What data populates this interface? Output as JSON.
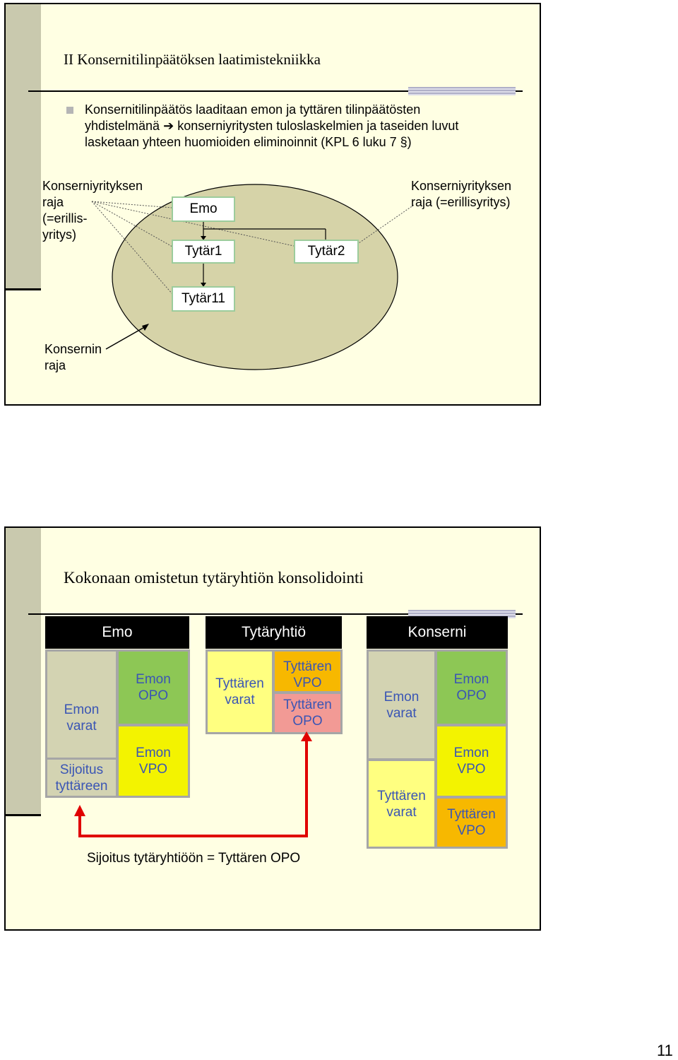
{
  "slide1": {
    "title": "II Konsernitilinpäätöksen laatimistekniikka",
    "bullet_line1": "Konsernitilinpäätös laaditaan emon ja tyttären tilinpäätösten",
    "bullet_line2_part1": "yhdistelmänä",
    "bullet_line2_part2": "konserniyritysten tuloslaskelmien ja taseiden luvut",
    "bullet_line3": "lasketaan yhteen huomioiden eliminoinnit (KPL 6 luku 7 §)",
    "left_label_line1": "Konserniyrityksen",
    "left_label_line2": "raja",
    "left_label_line3": "(=erillis-",
    "left_label_line4": "yritys)",
    "right_label_line1": "Konserniyrityksen",
    "right_label_line2": "raja (=erillisyritys)",
    "boxes": {
      "emo": "Emo",
      "tytar1": "Tytär1",
      "tytar2": "Tytär2",
      "tytar11": "Tytär11"
    },
    "konsernin_raja_line1": "Konsernin",
    "konsernin_raja_line2": "raja",
    "colors": {
      "slide_bg": "#ffffe3",
      "sidebar": "#c9c9ae",
      "ellipse": "#d6d3a8",
      "box_border": "#9ccc9c"
    }
  },
  "slide2": {
    "title": "Kokonaan omistetun tytäryhtiön konsolidointi",
    "headers": {
      "emo": "Emo",
      "tytaryhtio": "Tytäryhtiö",
      "konserni": "Konserni"
    },
    "emo": {
      "varat": [
        "Emon",
        "varat"
      ],
      "opo": [
        "Emon",
        "OPO"
      ],
      "sijoitus": [
        "Sijoitus",
        "tyttäreen"
      ],
      "vpo": [
        "Emon",
        "VPO"
      ]
    },
    "tytar": {
      "varat": [
        "Tyttären",
        "varat"
      ],
      "vpo": [
        "Tyttären",
        "VPO"
      ],
      "opo": [
        "Tyttären",
        "OPO"
      ]
    },
    "konserni": {
      "emon_varat": [
        "Emon",
        "varat"
      ],
      "tyttaren_varat": [
        "Tyttären",
        "varat"
      ],
      "emon_opo": [
        "Emon",
        "OPO"
      ],
      "emon_vpo": [
        "Emon",
        "VPO"
      ],
      "tyttaren_vpo": [
        "Tyttären",
        "VPO"
      ]
    },
    "caption": "Sijoitus tytäryhtiöön = Tyttären OPO",
    "colors": {
      "grey": "#d3d3b2",
      "green": "#8dc755",
      "yellow": "#f3f300",
      "light_yellow": "#ffff80",
      "orange": "#f7b800",
      "pink": "#f29a95",
      "text_blue": "#3a55b4",
      "arrow_red": "#e00000"
    }
  },
  "page_number": "11"
}
